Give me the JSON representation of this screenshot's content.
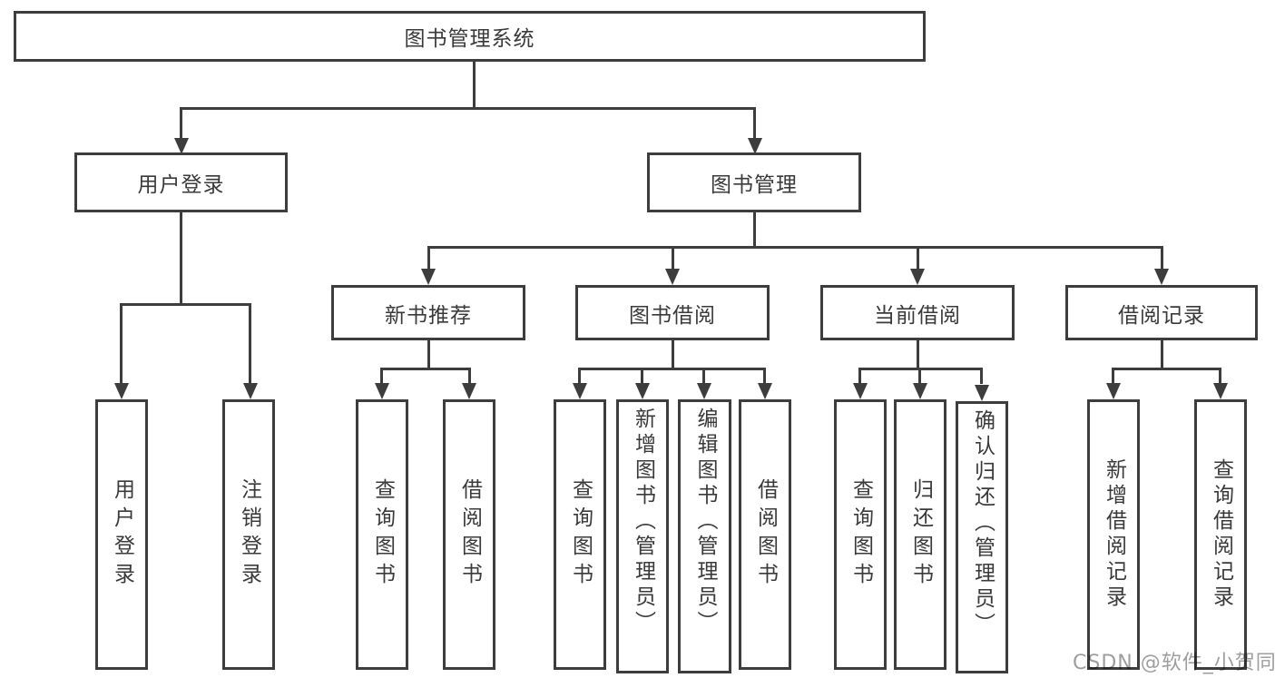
{
  "root": {
    "label": "图书管理系统"
  },
  "branches": [
    {
      "label": "用户登录",
      "leaves": [
        "用户登录",
        "注销登录"
      ]
    },
    {
      "label": "图书管理",
      "groups": [
        {
          "label": "新书推荐",
          "leaves": [
            "查询图书",
            "借阅图书"
          ]
        },
        {
          "label": "图书借阅",
          "leaves": [
            "查询图书",
            "新增图书（管理员）",
            "编辑图书（管理员）",
            "借阅图书"
          ]
        },
        {
          "label": "当前借阅",
          "leaves": [
            "查询图书",
            "归还图书",
            "确认归还（管理员）"
          ]
        },
        {
          "label": "借阅记录",
          "leaves": [
            "新增借阅记录",
            "查询借阅记录"
          ]
        }
      ]
    }
  ],
  "watermark": "CSDN @软件_小贺同学",
  "colors": {
    "line": "#3d3d3d",
    "text": "#3a3a3a",
    "watermark": "#9e9e9e",
    "background": "#ffffff"
  }
}
